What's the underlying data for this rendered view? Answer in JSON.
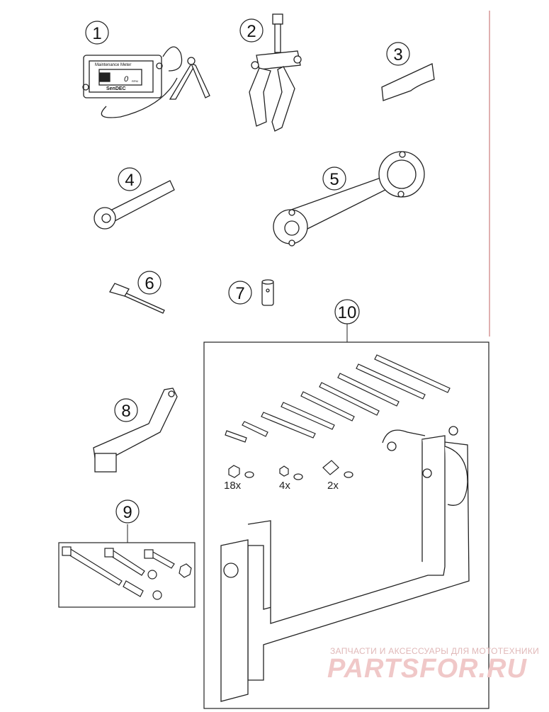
{
  "callouts": [
    "1",
    "2",
    "3",
    "4",
    "5",
    "6",
    "7",
    "8",
    "9",
    "10"
  ],
  "meter": {
    "title": "Maintenance Meter",
    "display": "0",
    "unit": "RPM",
    "brand": "SenDEC"
  },
  "quantities": [
    "18x",
    "4x",
    "2x"
  ],
  "watermark": {
    "tagline": "ЗАПЧАСТИ И АКСЕССУАРЫ ДЛЯ МОТОТЕХНИКИ",
    "logo": "PARTSFOR.RU"
  },
  "colors": {
    "line": "#222222",
    "border": "#c06060",
    "watermark": "#f0c8c8"
  }
}
